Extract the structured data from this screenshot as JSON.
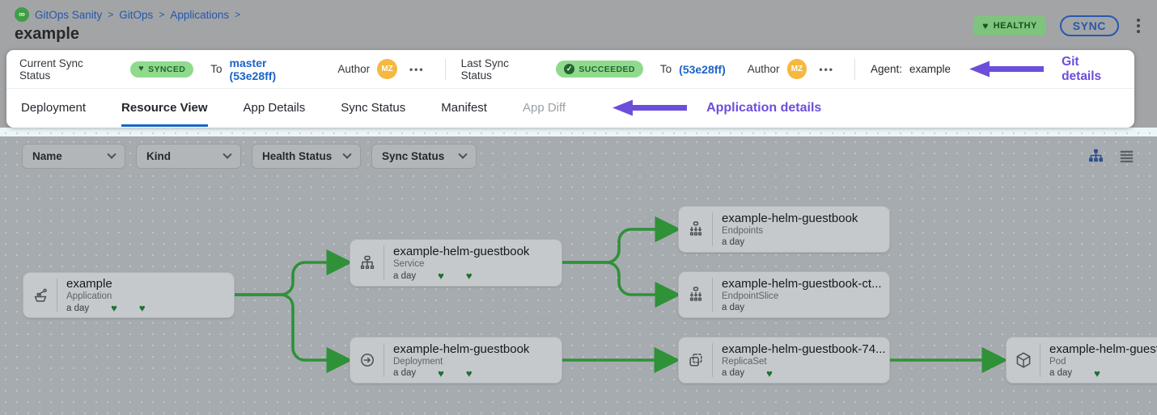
{
  "breadcrumb": {
    "items": [
      "GitOps Sanity",
      "GitOps",
      "Applications"
    ],
    "separator": ">"
  },
  "header": {
    "title": "example",
    "health_badge": "HEALTHY",
    "sync_button": "SYNC"
  },
  "status_bar": {
    "current": {
      "label": "Current Sync Status",
      "badge": "SYNCED",
      "to": "To",
      "revision": "master (53e28ff)",
      "author_label": "Author",
      "author_initials": "MZ"
    },
    "last": {
      "label": "Last Sync Status",
      "badge": "SUCCEEDED",
      "to": "To",
      "revision": "(53e28ff)",
      "author_label": "Author",
      "author_initials": "MZ"
    },
    "agent_label": "Agent:",
    "agent_value": "example",
    "annotation": "Git details"
  },
  "tabs": {
    "items": [
      "Deployment",
      "Resource View",
      "App Details",
      "Sync Status",
      "Manifest",
      "App Diff"
    ],
    "active": "Resource View",
    "annotation": "Application details"
  },
  "filters": {
    "name": "Name",
    "kind": "Kind",
    "health": "Health Status",
    "sync": "Sync Status"
  },
  "glyphs": {
    "heart": "♥",
    "check": "✓",
    "more_h": "•••",
    "infinity": "∞"
  },
  "colors": {
    "annotation_purple": "#6C4EDA",
    "edge_green": "#2F9138",
    "badge_green": "#90DA8D",
    "link_blue": "#1C63C9"
  },
  "nodes": [
    {
      "title": "example",
      "kind": "Application",
      "age": "a day"
    },
    {
      "title": "example-helm-guestbook",
      "kind": "Service",
      "age": "a day"
    },
    {
      "title": "example-helm-guestbook",
      "kind": "Endpoints",
      "age": "a day"
    },
    {
      "title": "example-helm-guestbook-ct...",
      "kind": "EndpointSlice",
      "age": "a day"
    },
    {
      "title": "example-helm-guestbook",
      "kind": "Deployment",
      "age": "a day"
    },
    {
      "title": "example-helm-guestbook-74...",
      "kind": "ReplicaSet",
      "age": "a day"
    },
    {
      "title": "example-helm-guest",
      "kind": "Pod",
      "age": "a day"
    }
  ]
}
